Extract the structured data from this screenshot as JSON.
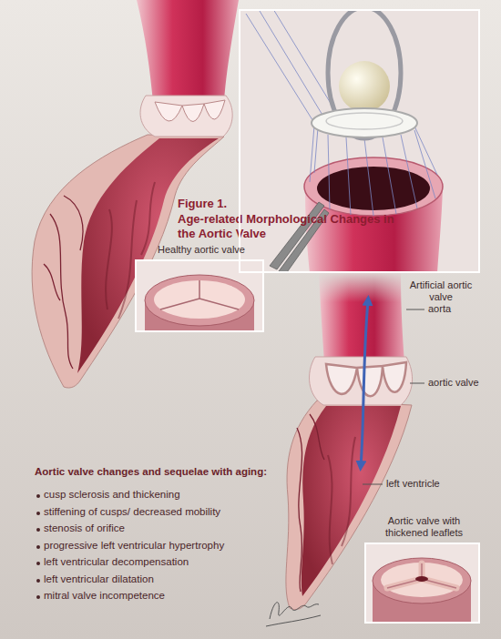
{
  "diagram": {
    "title": "Age-related Morphological Changes in the Aortic Valve",
    "nodes": [
      {
        "text": [
          "Artificial aortic valve"
        ]
      },
      {
        "text": [
          "Healthy aortic valve"
        ]
      },
      {
        "text": [
          "Aortic valve with thickened leaflets"
        ]
      }
    ],
    "labels": [
      "Figure 1.",
      "aorta",
      "aortic valve",
      "left ventricle",
      "Aortic valve changes and sequelae with aging:",
      "cusp sclerosis and thickening",
      "stiffening of cusps/ decreased mobility",
      "stenosis of orifice",
      "progressive left ventricular hypertrophy",
      "left ventricular decompensation",
      "left ventricular dilatation",
      "mitral valve incompetence"
    ]
  }
}
